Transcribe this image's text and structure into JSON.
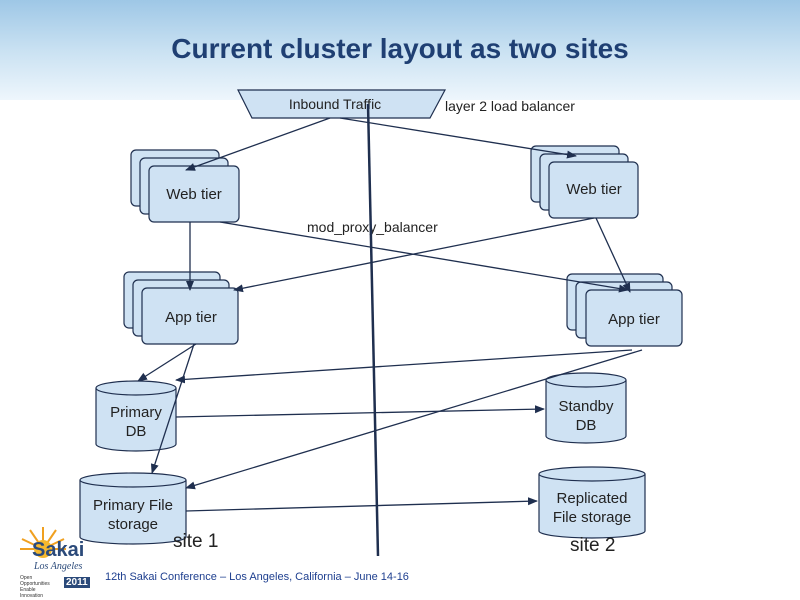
{
  "title": "Current cluster layout as two sites",
  "labels": {
    "inbound_traffic": "Inbound Traffic",
    "load_balancer": "layer 2 load balancer",
    "web_tier_left": "Web tier",
    "web_tier_right": "Web tier",
    "proxy_balancer": "mod_proxy_balancer",
    "app_tier_left": "App tier",
    "app_tier_right": "App tier",
    "primary_db_line1": "Primary",
    "primary_db_line2": "DB",
    "standby_db_line1": "Standby",
    "standby_db_line2": "DB",
    "primary_storage_line1": "Primary File",
    "primary_storage_line2": "storage",
    "replicated_storage_line1": "Replicated",
    "replicated_storage_line2": "File storage",
    "site1": "site 1",
    "site2": "site 2"
  },
  "footer": "12th Sakai Conference – Los Angeles, California – June 14-16",
  "logo": {
    "brand": "Sakai",
    "city": "Los Angeles",
    "tagline": "Open Opportunities Enable Innovation",
    "year": "2011"
  },
  "colors": {
    "title": "#1f3f73",
    "box_fill": "#cfe2f3",
    "box_stroke": "#1f2f4f",
    "footer": "#1e3f8f"
  }
}
